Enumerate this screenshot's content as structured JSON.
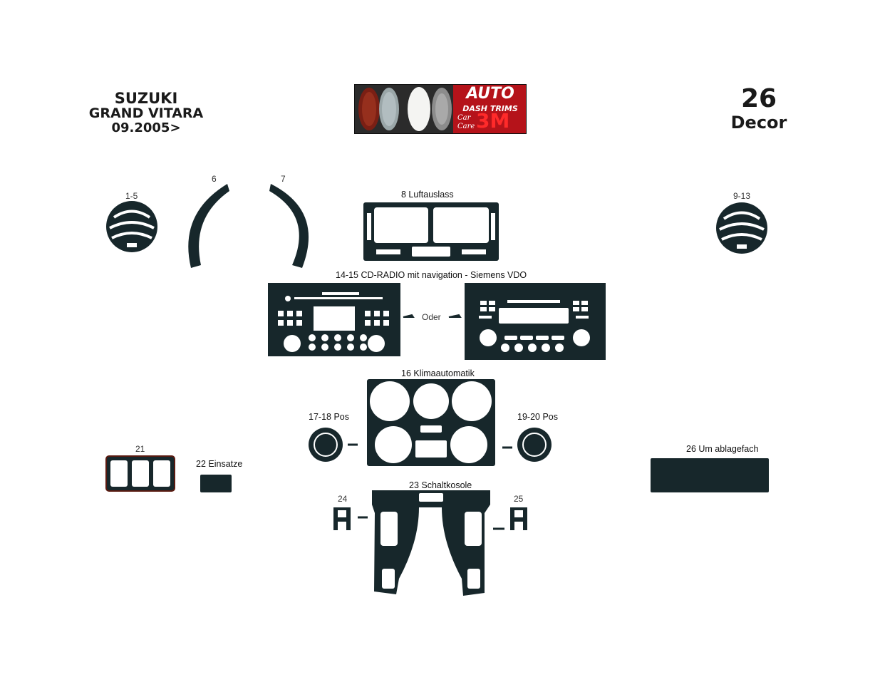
{
  "header": {
    "make": "SUZUKI",
    "model": "GRAND VITARA",
    "year": "09.2005>",
    "parts_count": "26",
    "parts_label": "Decor"
  },
  "logo": {
    "line1": "AUTO",
    "line2": "DASH TRIMS",
    "line3a": "Car",
    "line3b": "Care",
    "brand": "3M"
  },
  "parts": {
    "p1_5": "1-5",
    "p6": "6",
    "p7": "7",
    "p8": "8 Luftauslass",
    "p9_13": "9-13",
    "p14_15": "14-15 CD-RADIO mit navigation - Siemens VDO",
    "oder": "Oder",
    "p16": "16 Klimaautomatik",
    "p17_18": "17-18 Pos",
    "p19_20": "19-20 Pos",
    "p21": "21",
    "p22": "22 Einsatze",
    "p23": "23 Schaltkosole",
    "p24": "24",
    "p25": "25",
    "p26": "26 Um ablagefach"
  },
  "colors": {
    "trim": "#17272b",
    "trim_edge": "#3a1510",
    "logo_red": "#d6141b"
  }
}
